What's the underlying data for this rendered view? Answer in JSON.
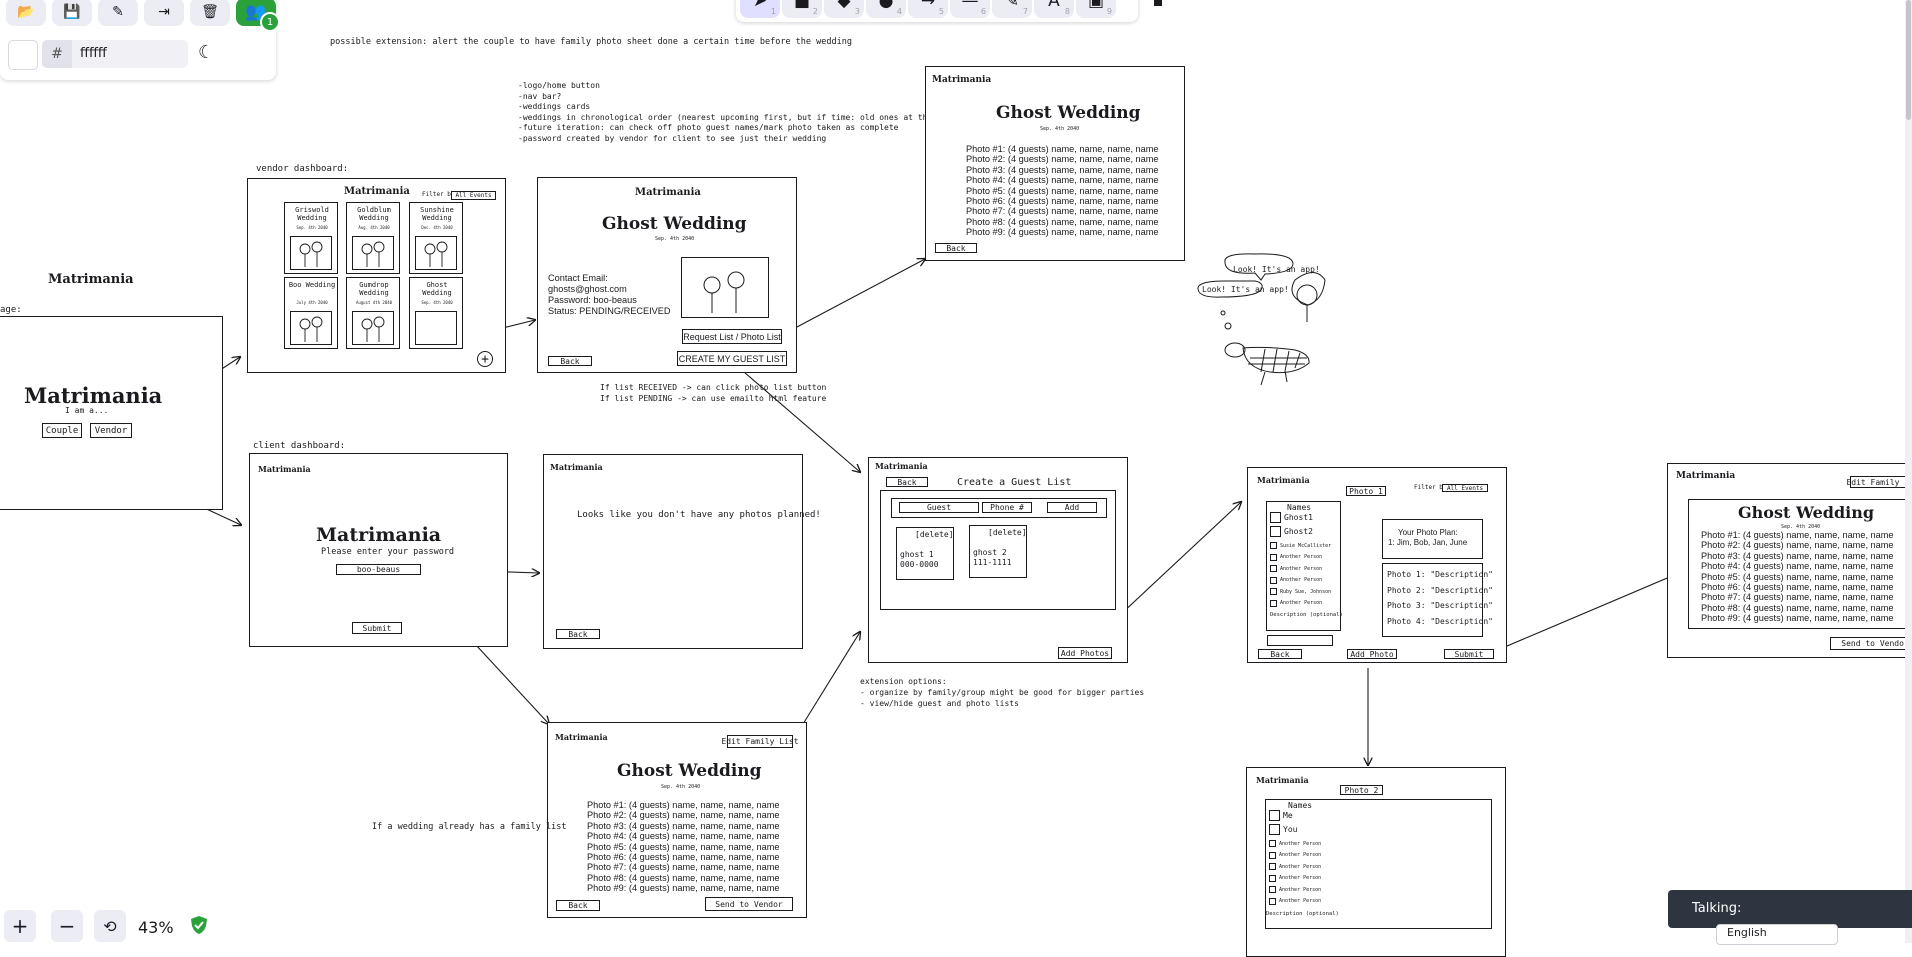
{
  "app": {
    "left_toolbar": [
      {
        "name": "open-icon",
        "glyph": "📂"
      },
      {
        "name": "save-icon",
        "glyph": "💾"
      },
      {
        "name": "export-image-icon",
        "glyph": "✎"
      },
      {
        "name": "export-icon",
        "glyph": "⇥"
      },
      {
        "name": "trash-icon",
        "glyph": "🗑"
      }
    ],
    "collab_badge": "1",
    "color_panel": {
      "hash": "#",
      "value": "ffffff",
      "moon_icon": "moon-icon"
    },
    "shape_toolbar": [
      {
        "name": "selection-tool",
        "glyph": "➤",
        "key": "1"
      },
      {
        "name": "rectangle-tool",
        "glyph": "■",
        "key": "2"
      },
      {
        "name": "diamond-tool",
        "glyph": "◆",
        "key": "3"
      },
      {
        "name": "ellipse-tool",
        "glyph": "●",
        "key": "4"
      },
      {
        "name": "arrow-tool",
        "glyph": "→",
        "key": "5"
      },
      {
        "name": "line-tool",
        "glyph": "—",
        "key": "6"
      },
      {
        "name": "draw-tool",
        "glyph": "✎",
        "key": "7"
      },
      {
        "name": "text-tool",
        "glyph": "A",
        "key": "8"
      },
      {
        "name": "image-tool",
        "glyph": "▣",
        "key": "9"
      }
    ],
    "zoom": {
      "plus": "+",
      "minus": "−",
      "reset": "⟲",
      "level": "43%"
    },
    "talking": "Talking:",
    "language": "English",
    "accent": "#6965db",
    "badge_color": "#2ba13b"
  },
  "canvas": {
    "top_note": "possible extension: alert the couple to have family photo sheet done a certain time before the wedding",
    "features_note": "-logo/home button\n-nav bar?\n-weddings cards\n-weddings in chronological order (nearest upcoming first, but if time: old ones at the bottom)\n-future iteration: can check off photo guest names/mark photo taken as complete\n-password created by vendor for client to see just their wedding",
    "vendor_dashboard_label": "vendor dashboard:",
    "client_dashboard_label": "client dashboard:",
    "page_label": "age:",
    "matrimania": "Matrimania",
    "home": {
      "title": "Matrimania",
      "subtitle": "I am a...",
      "couple": "Couple",
      "vendor": "Vendor"
    },
    "vendor_dash": {
      "brand": "Matrimania",
      "filter_label": "Filter by:",
      "filter_value": "All Events",
      "cards": [
        {
          "name": "Griswold Wedding",
          "date": "Sep. 4th 2040"
        },
        {
          "name": "Goldblum Wedding",
          "date": "Aug. 4th 2040"
        },
        {
          "name": "Sunshine Wedding",
          "date": "Dec. 4th 2040"
        },
        {
          "name": "Boo Wedding",
          "date": "July 4th 2040"
        },
        {
          "name": "Gumdrop Wedding",
          "date": "August 4th 2040"
        },
        {
          "name": "Ghost Wedding",
          "date": "Sep. 4th 2040"
        }
      ],
      "add": "+"
    },
    "wedding_detail": {
      "brand": "Matrimania",
      "title": "Ghost Wedding",
      "date": "Sep. 4th 2040",
      "contact": "Contact Email:",
      "email": "ghosts@ghost.com",
      "password": "Password: boo-beaus",
      "status": "Status: PENDING/RECEIVED",
      "request": "Request List / Photo List",
      "create": "CREATE MY GUEST LIST",
      "back": "Back"
    },
    "detail_note": "If list RECEIVED -> can click photo list button\nIf list PENDING -> can use emailto html feature",
    "photo_list_vendor": {
      "brand": "Matrimania",
      "title": "Ghost Wedding",
      "date": "Sep. 4th 2040",
      "back": "Back",
      "rows": [
        "Photo #1: (4 guests) name, name, name, name",
        "Photo #2: (4 guests) name, name, name, name",
        "Photo #3: (4 guests) name, name, name, name",
        "Photo #4: (4 guests) name, name, name, name",
        "Photo #5: (4 guests) name, name, name, name",
        "Photo #6: (4 guests) name, name, name, name",
        "Photo #7: (4 guests) name, name, name, name",
        "Photo #8: (4 guests) name, name, name, name",
        "Photo #9: (4 guests) name, name, name, name"
      ]
    },
    "mascot": {
      "bubble1": "Look! It's an app!",
      "bubble2": "Look! It's an app!"
    },
    "client_login": {
      "brand": "Matrimania",
      "title": "Matrimania",
      "prompt": "Please enter your password",
      "password": "boo-beaus",
      "submit": "Submit"
    },
    "no_photos": {
      "brand": "Matrimania",
      "message": "Looks like you don't have any photos planned!",
      "back": "Back"
    },
    "guest_list": {
      "brand": "Matrimania",
      "back": "Back",
      "title": "Create a Guest List",
      "guest": "Guest",
      "phone": "Phone #",
      "add": "Add",
      "cards": [
        {
          "del": "[delete]",
          "name": "ghost 1",
          "phone": "000-0000"
        },
        {
          "del": "[delete]",
          "name": "ghost 2",
          "phone": "111-1111"
        }
      ],
      "add_photos": "Add Photos"
    },
    "extension_note": "extension options:\n- organize by family/group might be good for bigger parties\n- view/hide guest and photo lists",
    "photo_editor": {
      "brand": "Matrimania",
      "photo": "Photo 1",
      "filter_label": "Filter by:",
      "filter_value": "All Events",
      "names_label": "Names",
      "names": [
        "Ghost1",
        "Ghost2",
        "Susie McCallister",
        "Another Person",
        "Another Person",
        "Another Person",
        "Ruby Sue, Johnson",
        "Another Person"
      ],
      "desc": "Description (optional)",
      "plan_title": "Your Photo Plan:",
      "plan_line": "1: Jim, Bob, Jan, June",
      "photos": [
        "Photo 1: \"Description\"",
        "Photo 2: \"Description\"",
        "Photo 3: \"Description\"",
        "Photo 4: \"Description\""
      ],
      "back": "Back",
      "add_photo": "Add Photo",
      "submit": "Submit"
    },
    "photo_editor2": {
      "brand": "Matrimania",
      "photo": "Photo 2",
      "names_label": "Names",
      "names": [
        "Me",
        "You",
        "Another Person",
        "Another Person",
        "Another Person",
        "Another Person",
        "Another Person",
        "Another Person"
      ],
      "desc": "Description (optional)"
    },
    "final_list": {
      "brand": "Matrimania",
      "edit": "Edit Family List",
      "title": "Ghost Wedding",
      "date": "Sep. 4th 2040",
      "send": "Send to Vendor"
    },
    "client_family": {
      "brand": "Matrimania",
      "edit": "Edit Family List",
      "title": "Ghost Wedding",
      "date": "Sep. 4th 2040",
      "back": "Back",
      "send": "Send to Vendor"
    },
    "family_note": "If a wedding already has a family list"
  }
}
